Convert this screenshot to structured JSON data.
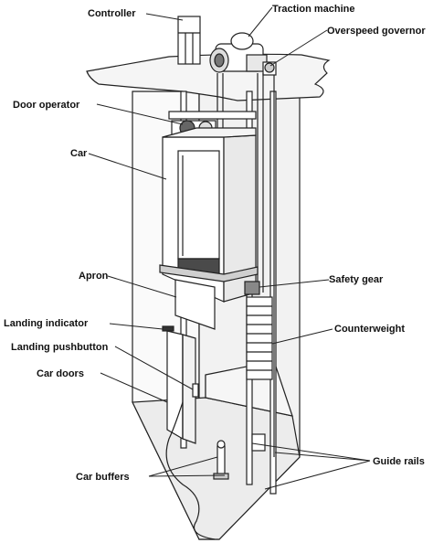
{
  "labels": {
    "controller": "Controller",
    "traction_machine": "Traction machine",
    "overspeed_governor": "Overspeed governor",
    "door_operator": "Door operator",
    "car": "Car",
    "apron": "Apron",
    "safety_gear": "Safety gear",
    "landing_indicator": "Landing indicator",
    "counterweight": "Counterweight",
    "landing_pushbutton": "Landing pushbutton",
    "car_doors": "Car doors",
    "guide_rails": "Guide rails",
    "car_buffers": "Car buffers"
  },
  "colors": {
    "ink": "#222222",
    "background": "#ffffff",
    "fill_light": "#f4f4f4",
    "fill_dark": "#555555"
  }
}
